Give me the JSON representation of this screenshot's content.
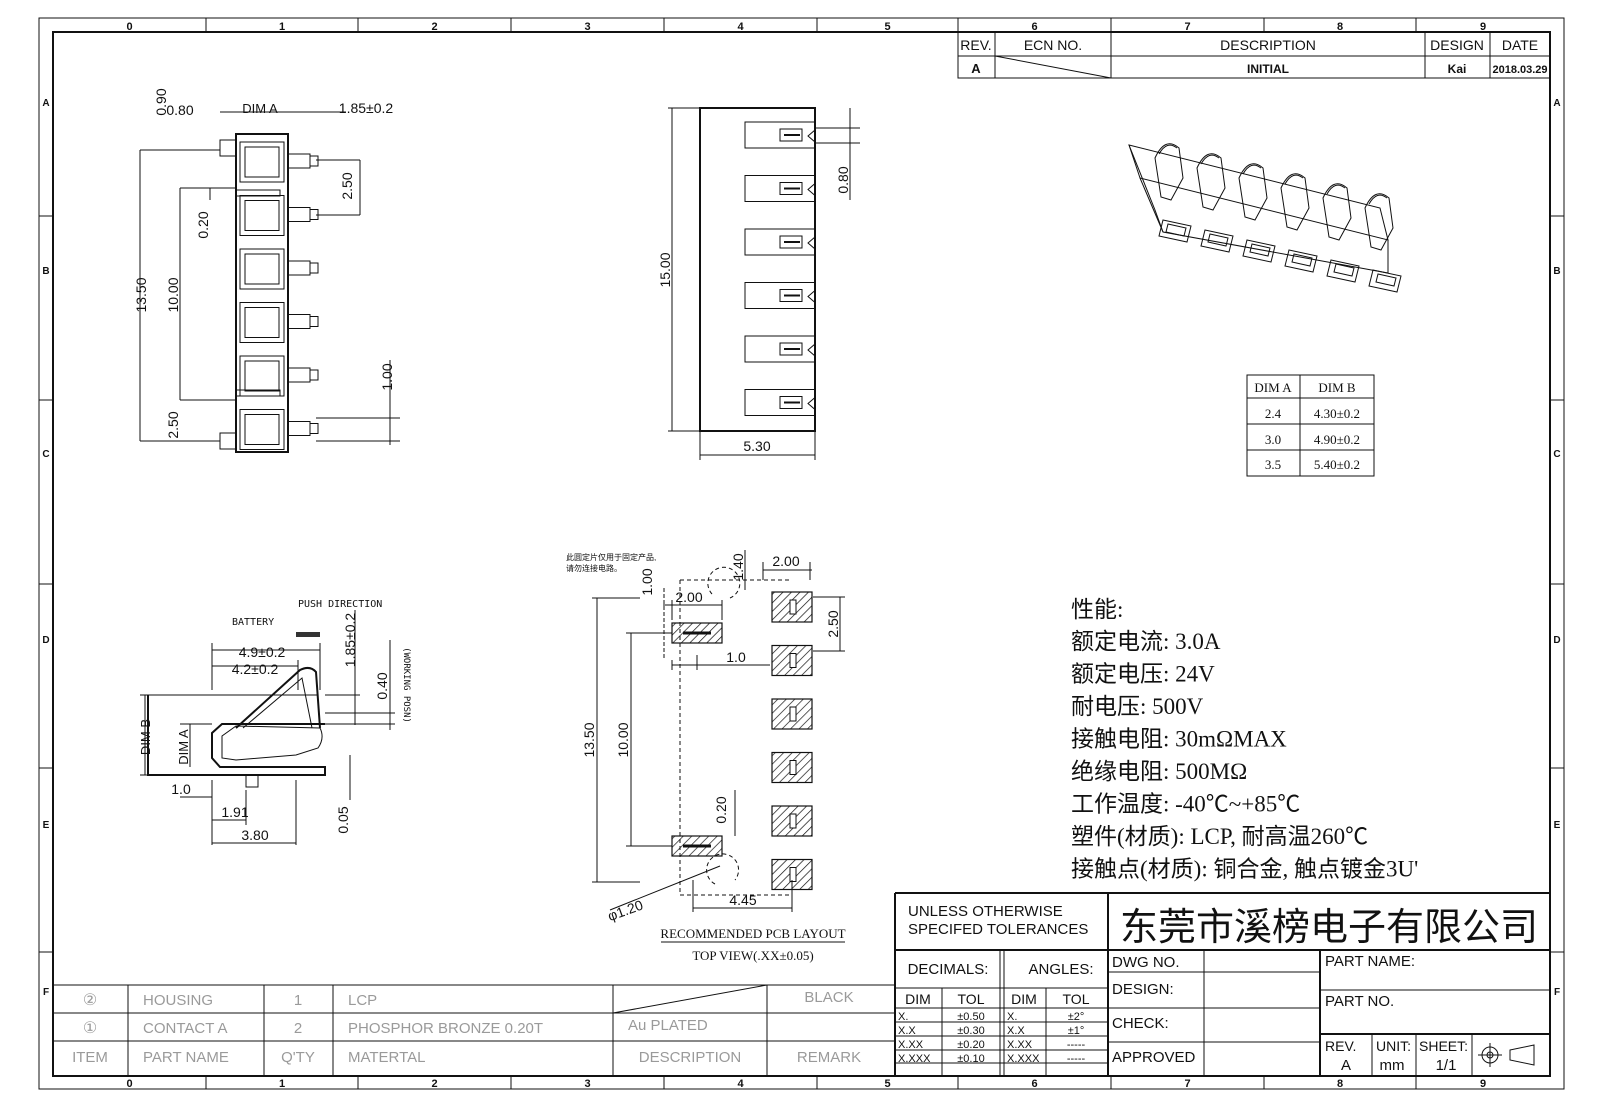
{
  "border": {
    "col_labels": [
      "0",
      "1",
      "2",
      "3",
      "4",
      "5",
      "6",
      "7",
      "8",
      "9"
    ],
    "row_labels": [
      "A",
      "B",
      "C",
      "D",
      "E",
      "F"
    ]
  },
  "revision": {
    "headers": [
      "REV.",
      "ECN NO.",
      "DESCRIPTION",
      "DESIGN",
      "DATE"
    ],
    "row": {
      "rev": "A",
      "ecn": "",
      "description": "INITIAL",
      "design": "Kai",
      "date": "2018.03.29"
    }
  },
  "dim_table": {
    "headers": [
      "DIM A",
      "DIM B"
    ],
    "rows": [
      [
        "2.4",
        "4.30±0.2"
      ],
      [
        "3.0",
        "4.90±0.2"
      ],
      [
        "3.5",
        "5.40±0.2"
      ]
    ]
  },
  "specs": {
    "heading": "性能:",
    "lines": [
      "额定电流: 3.0A",
      "额定电压: 24V",
      "耐电压: 500V",
      "接触电阻: 30mΩMAX",
      "绝缘电阻: 500MΩ",
      "工作温度: -40℃~+85℃",
      "塑件(材质): LCP, 耐高温260℃",
      "接触点(材质): 铜合金, 触点镀金3U'"
    ]
  },
  "front_view": {
    "dims": {
      "d090": "0.90",
      "d080": "0.80",
      "dima": "DIM A",
      "d185": "1.85±0.2",
      "d250a": "2.50",
      "d020": "0.20",
      "d1350": "13.50",
      "d1000": "10.00",
      "d100": "1.00",
      "d250b": "2.50"
    }
  },
  "side_view": {
    "dims": {
      "d1500": "15.00",
      "d080": "0.80",
      "d530": "5.30"
    }
  },
  "section_view": {
    "labels": {
      "push": "PUSH DIRECTION",
      "battery": "BATTERY",
      "working": "(WORKING POSN)"
    },
    "dims": {
      "d49": "4.9±0.2",
      "d42": "4.2±0.2",
      "d185": "1.85±0.2",
      "d040": "0.40",
      "dimb": "DIM B",
      "dima": "DIM A",
      "d10": "1.0",
      "d191": "1.91",
      "d380": "3.80",
      "d005": "0.05"
    }
  },
  "pcb_layout": {
    "note_cn": [
      "此圆定片仅用于固定产品,",
      "请勿连接电路。"
    ],
    "dims": {
      "d140": "1.40",
      "d200top": "2.00",
      "d100": "1.00",
      "d200": "2.00",
      "d250": "2.50",
      "d10": "1.0",
      "d1350": "13.50",
      "d1000": "10.00",
      "d020": "0.20",
      "dia": "φ1.20",
      "d445": "4.45"
    },
    "caption": "RECOMMENDED PCB LAYOUT",
    "subcaption": "TOP VIEW(.XX±0.05)"
  },
  "title_block": {
    "tol_title_1": "UNLESS OTHERWISE",
    "tol_title_2": "SPECIFED TOLERANCES",
    "company": "东莞市溪榜电子有限公司",
    "decimals": "DECIMALS:",
    "angles": "ANGLES:",
    "dim": "DIM",
    "tol": "TOL",
    "dec_rows": [
      [
        "X.",
        "±0.50"
      ],
      [
        "X.X",
        "±0.30"
      ],
      [
        "X.XX",
        "±0.20"
      ],
      [
        "X.XXX",
        "±0.10"
      ]
    ],
    "ang_rows": [
      [
        "X.",
        "±2°"
      ],
      [
        "X.X",
        "±1°"
      ],
      [
        "X.XX",
        "-----"
      ],
      [
        "X.XXX",
        "-----"
      ]
    ],
    "dwg_no": "DWG NO.",
    "design": "DESIGN:",
    "check": "CHECK:",
    "approved": "APPROVED",
    "part_name": "PART NAME:",
    "part_no": "PART NO.",
    "rev_label": "REV.",
    "rev_value": "A",
    "unit_label": "UNIT:",
    "unit_value": "mm",
    "sheet_label": "SHEET:",
    "sheet_value": "1/1"
  },
  "bom": {
    "rows": [
      {
        "item": "②",
        "part": "HOUSING",
        "qty": "1",
        "material": "LCP",
        "desc": "",
        "remark": "BLACK"
      },
      {
        "item": "①",
        "part": "CONTACT A",
        "qty": "2",
        "material": "PHOSPHOR BRONZE 0.20T",
        "desc": "Au PLATED",
        "remark": ""
      }
    ],
    "headers": {
      "item": "ITEM",
      "part": "PART NAME",
      "qty": "Q'TY",
      "material": "MATERTAL",
      "desc": "DESCRIPTION",
      "remark": "REMARK"
    }
  }
}
